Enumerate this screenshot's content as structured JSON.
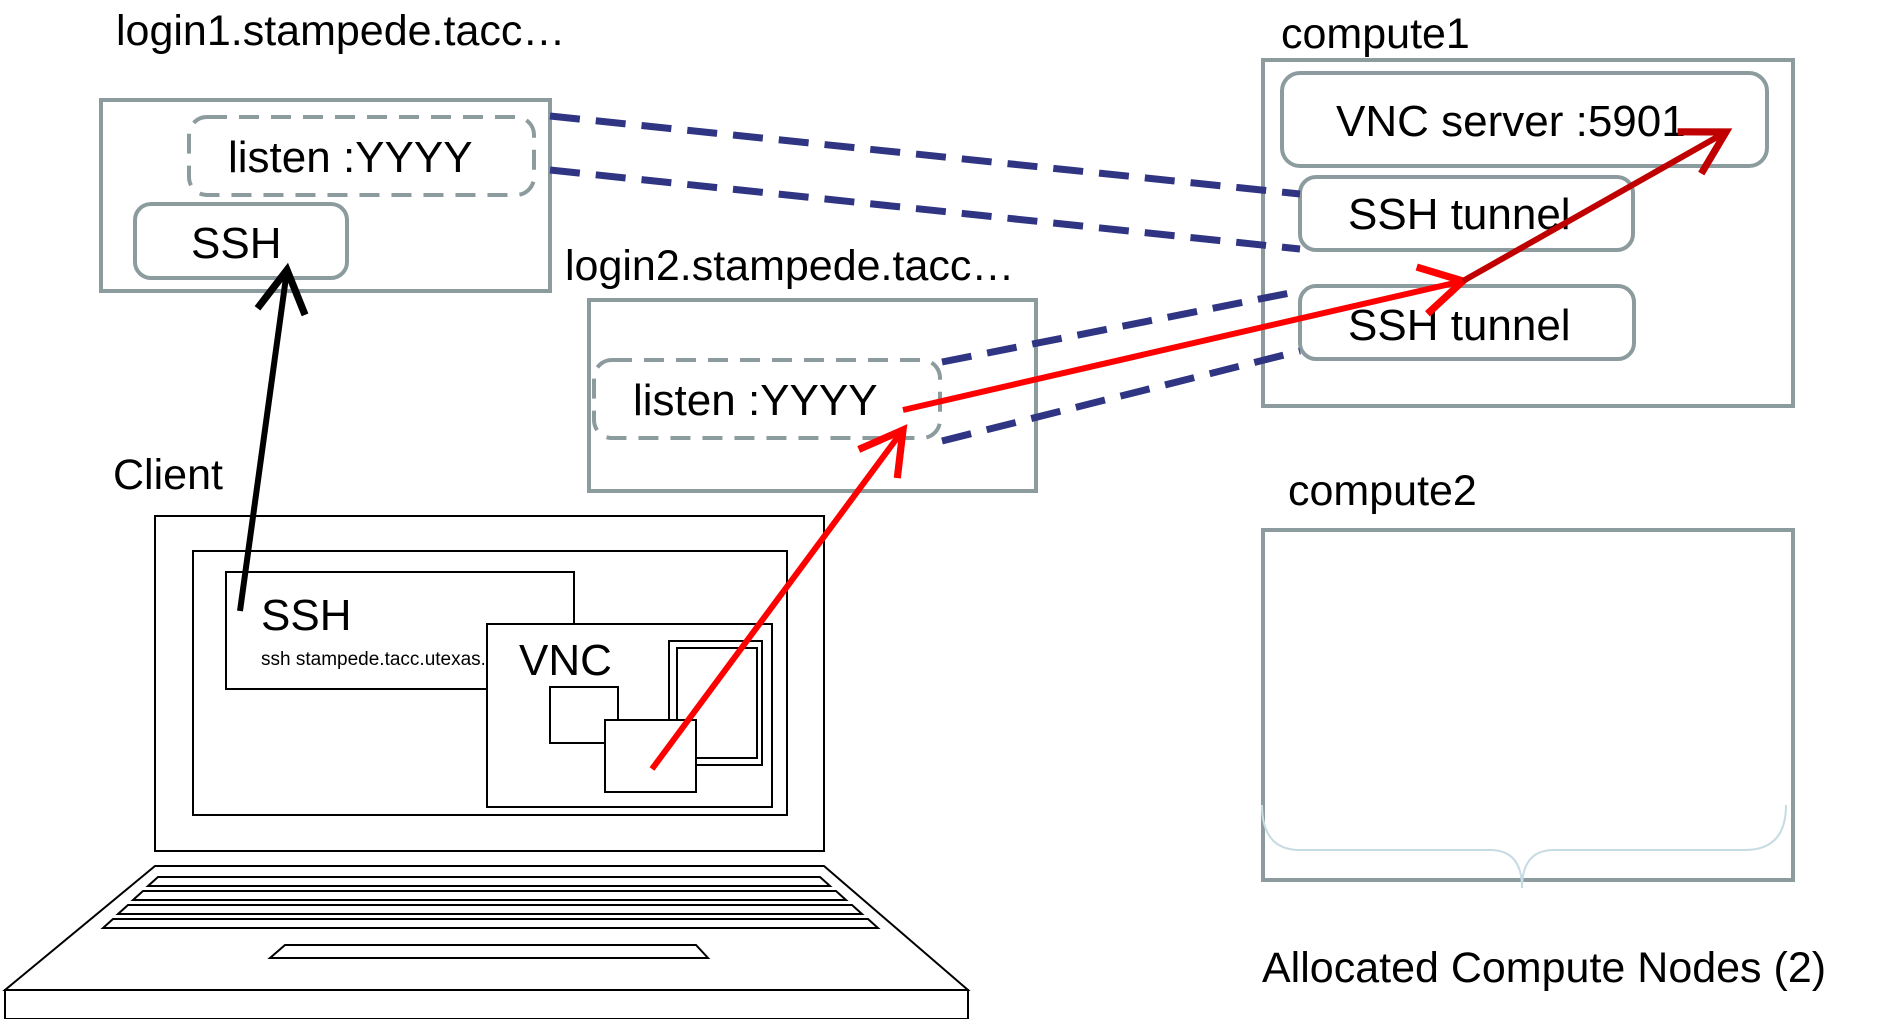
{
  "login1": {
    "title": "login1.stampede.tacc…",
    "listen": "listen :YYYY",
    "ssh": "SSH"
  },
  "login2": {
    "title": "login2.stampede.tacc…",
    "listen": "listen :YYYY"
  },
  "compute1": {
    "title": "compute1",
    "vnc_server": "VNC server :5901",
    "tunnel1": "SSH tunnel",
    "tunnel2": "SSH tunnel"
  },
  "compute2": {
    "title": "compute2"
  },
  "client": {
    "title": "Client",
    "ssh_window": "SSH",
    "ssh_command": "ssh stampede.tacc.utexas.edu",
    "vnc_window": "VNC"
  },
  "footer": {
    "allocated": "Allocated Compute Nodes (2)"
  },
  "colors": {
    "tunnel": "#2f3483",
    "vnc_path": "#ff0000",
    "ssh_path": "#000000",
    "box_border": "#8c9c9e",
    "brace": "#c6dbe3"
  }
}
